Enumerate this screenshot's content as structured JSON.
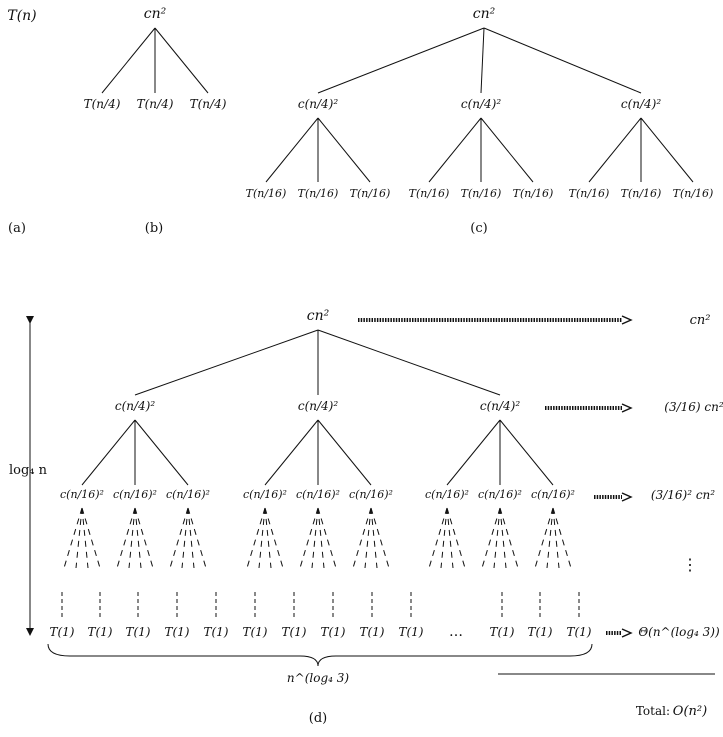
{
  "panel_labels": {
    "a": "(a)",
    "b": "(b)",
    "c": "(c)",
    "d": "(d)"
  },
  "a": {
    "root": "T(n)"
  },
  "cost": {
    "root": "cn²",
    "level1_node": "c(n/4)²",
    "level2_node": "c(n/16)²",
    "leaf_quarter": "T(n/4)",
    "leaf_sixteenth": "T(n/16)",
    "leaf_one": "T(1)"
  },
  "d": {
    "height_label": "log₄ n",
    "leaf_count_label": "n^(log₄ 3)",
    "ellipsis": "…",
    "vertical_ellipsis": "⋮",
    "level_costs": [
      "cn²",
      "(3/16) cn²",
      "(3/16)² cn²",
      "Θ(n^(log₄ 3))"
    ],
    "total_label": "Total:",
    "total_value": "O(n²)"
  }
}
